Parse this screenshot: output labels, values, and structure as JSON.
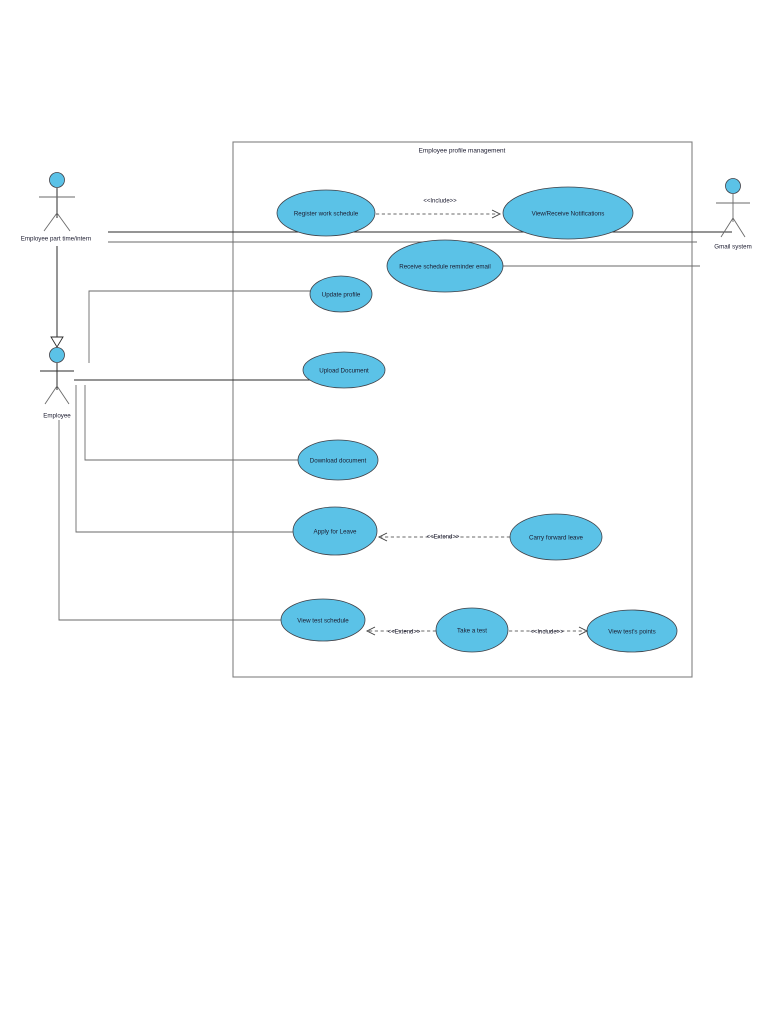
{
  "diagram": {
    "type": "uml-use-case-diagram",
    "boundary_title": "Employee profile management",
    "colors": {
      "ellipse_fill": "#5BC2E7",
      "ellipse_stroke": "#3f3f46",
      "boundary_stroke": "#808080",
      "line": "#2b2b2b",
      "text": "#1a1a2e",
      "background": "#ffffff"
    }
  },
  "actors": [
    {
      "id": "employee-part-time-intern",
      "label": "Employee part time/intern"
    },
    {
      "id": "employee",
      "label": "Employee"
    },
    {
      "id": "gmail-system",
      "label": "Gmail system"
    }
  ],
  "use_cases": [
    {
      "id": "register-work-schedule",
      "label": "Register work schedule"
    },
    {
      "id": "view-receive-notifications",
      "label": "View/Receive Notifications"
    },
    {
      "id": "receive-schedule-reminder-email",
      "label": "Receive schedule reminder email"
    },
    {
      "id": "update-profile",
      "label": "Update profile"
    },
    {
      "id": "upload-document",
      "label": "Upload Document"
    },
    {
      "id": "download-document",
      "label": "Download document"
    },
    {
      "id": "apply-for-leave",
      "label": "Apply for Leave"
    },
    {
      "id": "carry-forward-leave",
      "label": "Carry forward leave"
    },
    {
      "id": "view-test-schedule",
      "label": "View test schedule"
    },
    {
      "id": "take-a-test",
      "label": "Take a test"
    },
    {
      "id": "view-tests-points",
      "label": "View test's points"
    }
  ],
  "relationships": [
    {
      "id": "rel-include-notifications",
      "stereotype": "<<Include>>",
      "from": "register-work-schedule",
      "to": "view-receive-notifications"
    },
    {
      "id": "rel-extend-leave",
      "stereotype": "<<Extend>>",
      "from": "carry-forward-leave",
      "to": "apply-for-leave"
    },
    {
      "id": "rel-extend-test",
      "stereotype": "<<Extend>>",
      "from": "take-a-test",
      "to": "view-test-schedule"
    },
    {
      "id": "rel-include-points",
      "stereotype": "<<Include>>",
      "from": "take-a-test",
      "to": "view-tests-points"
    }
  ],
  "generalization": {
    "id": "gen-parttime-to-employee",
    "from": "employee-part-time-intern",
    "to": "employee"
  },
  "associations": [
    {
      "actor": "employee-part-time-intern",
      "use_case": "register-work-schedule"
    },
    {
      "actor": "employee-part-time-intern",
      "use_case": "receive-schedule-reminder-email"
    },
    {
      "actor": "employee",
      "use_case": "update-profile"
    },
    {
      "actor": "employee",
      "use_case": "upload-document"
    },
    {
      "actor": "employee",
      "use_case": "download-document"
    },
    {
      "actor": "employee",
      "use_case": "apply-for-leave"
    },
    {
      "actor": "employee",
      "use_case": "view-test-schedule"
    },
    {
      "actor": "gmail-system",
      "use_case": "view-receive-notifications"
    },
    {
      "actor": "gmail-system",
      "use_case": "receive-schedule-reminder-email"
    }
  ]
}
